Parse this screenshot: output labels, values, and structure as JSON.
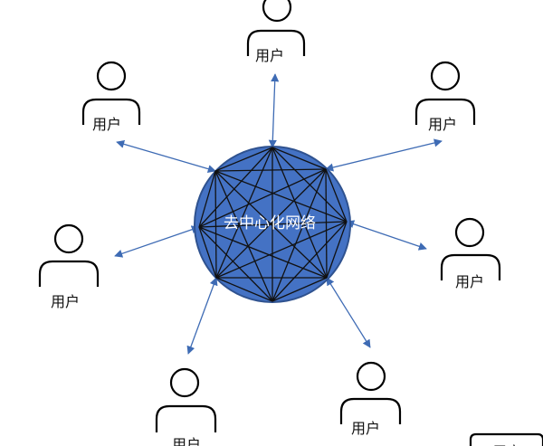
{
  "network": {
    "center_label": "去中心化网络",
    "node_color": "#4472C4",
    "mesh_color": "#111111",
    "arrow_color": "#3E6BB4"
  },
  "users": [
    {
      "label": "用户"
    },
    {
      "label": "用户"
    },
    {
      "label": "用户"
    },
    {
      "label": "用户"
    },
    {
      "label": "用户"
    },
    {
      "label": "用户"
    },
    {
      "label": "用户"
    },
    {
      "label": "用户"
    }
  ]
}
